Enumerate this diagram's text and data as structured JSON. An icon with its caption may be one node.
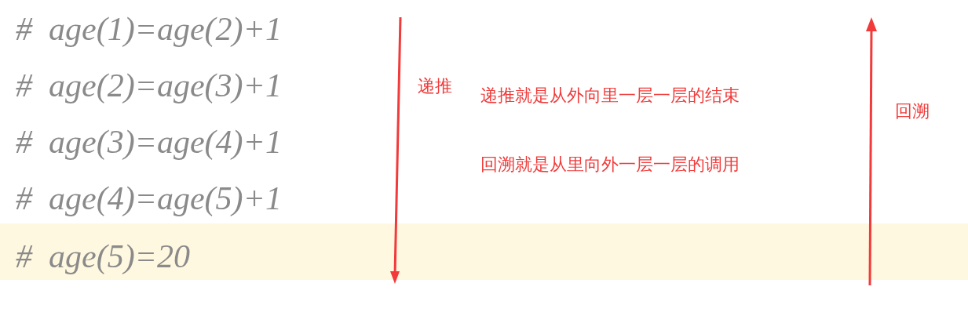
{
  "diagram": {
    "labels": [
      "#  age(1)=age(2)+1",
      "#  age(2)=age(3)+1",
      "#  age(3)=age(4)+1",
      "#  age(4)=age(5)+1",
      "#  age(5)=20",
      "递推",
      "递推就是从外向里一层一层的结束",
      "回溯",
      "回溯就是从里向外一层一层的调用"
    ]
  }
}
